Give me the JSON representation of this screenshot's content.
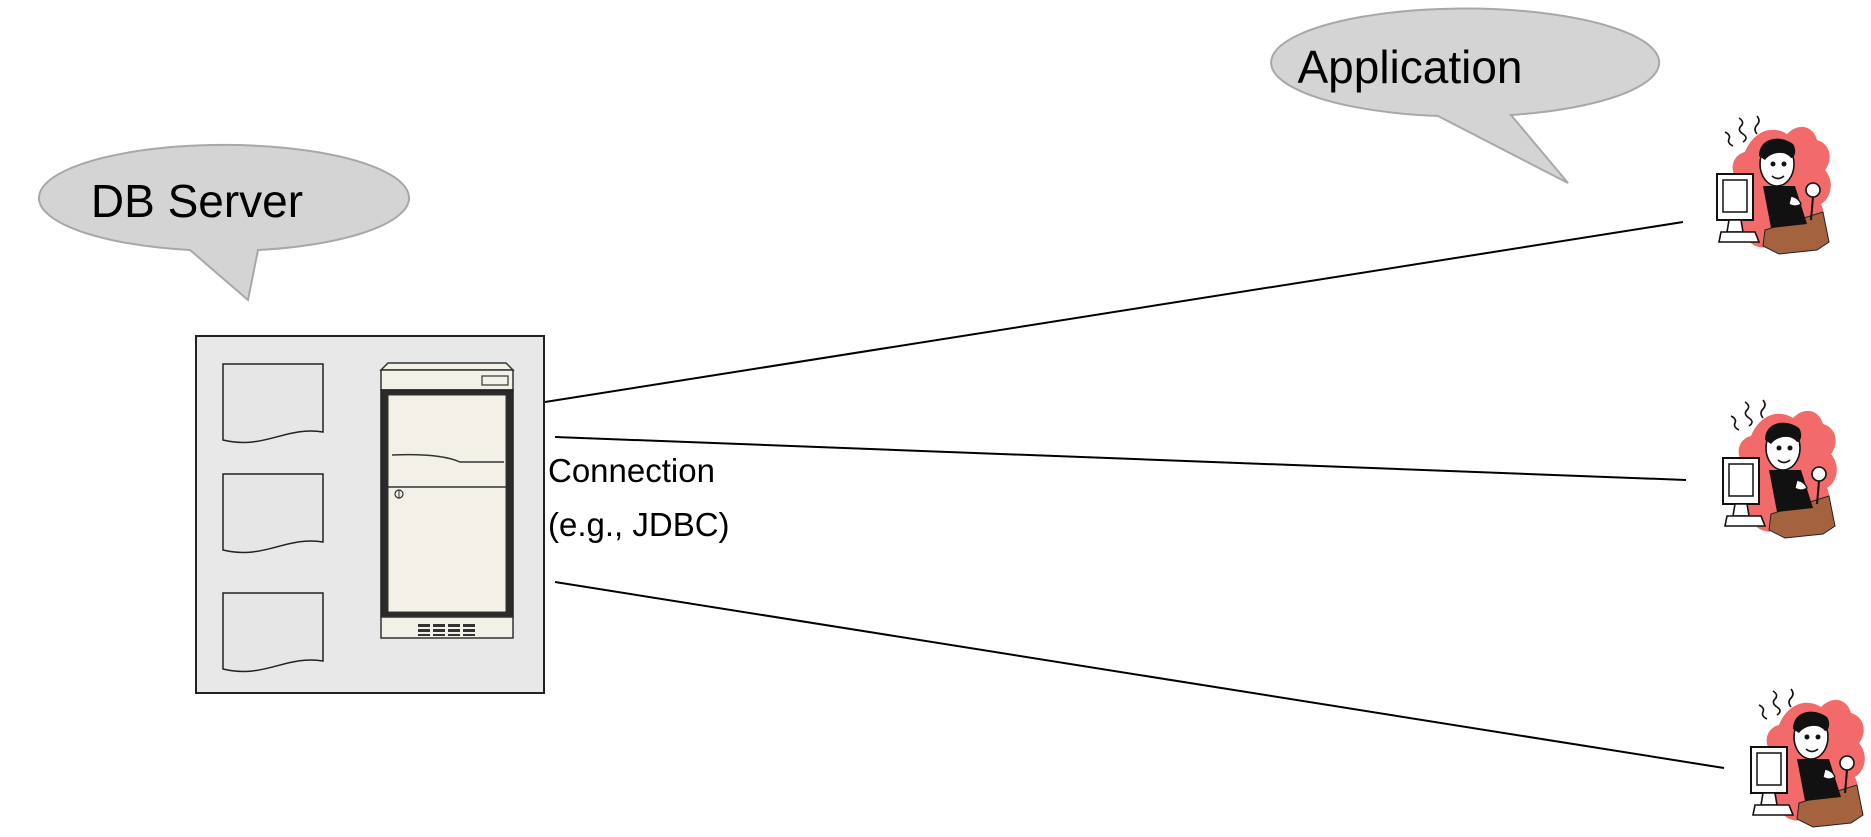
{
  "labels": {
    "db_server": "DB Server",
    "application": "Application",
    "connection_line1": "Connection",
    "connection_line2": "(e.g., JDBC)"
  },
  "colors": {
    "bubble_fill": "#d4d4d4",
    "bubble_stroke": "#a8a8a8",
    "server_box_fill": "#e8e8e8",
    "server_box_stroke": "#222222",
    "doc_fill": "#e6e6e6",
    "tower_fill": "#f3f0e7",
    "line": "#000000",
    "client_splash": "#f26a6a",
    "client_desk": "#a5623f"
  },
  "icons": {
    "documents": "document-icon",
    "server": "server-tower-icon",
    "clients": "stressed-user-at-computer-icon"
  },
  "client_count": 3,
  "document_count": 3
}
